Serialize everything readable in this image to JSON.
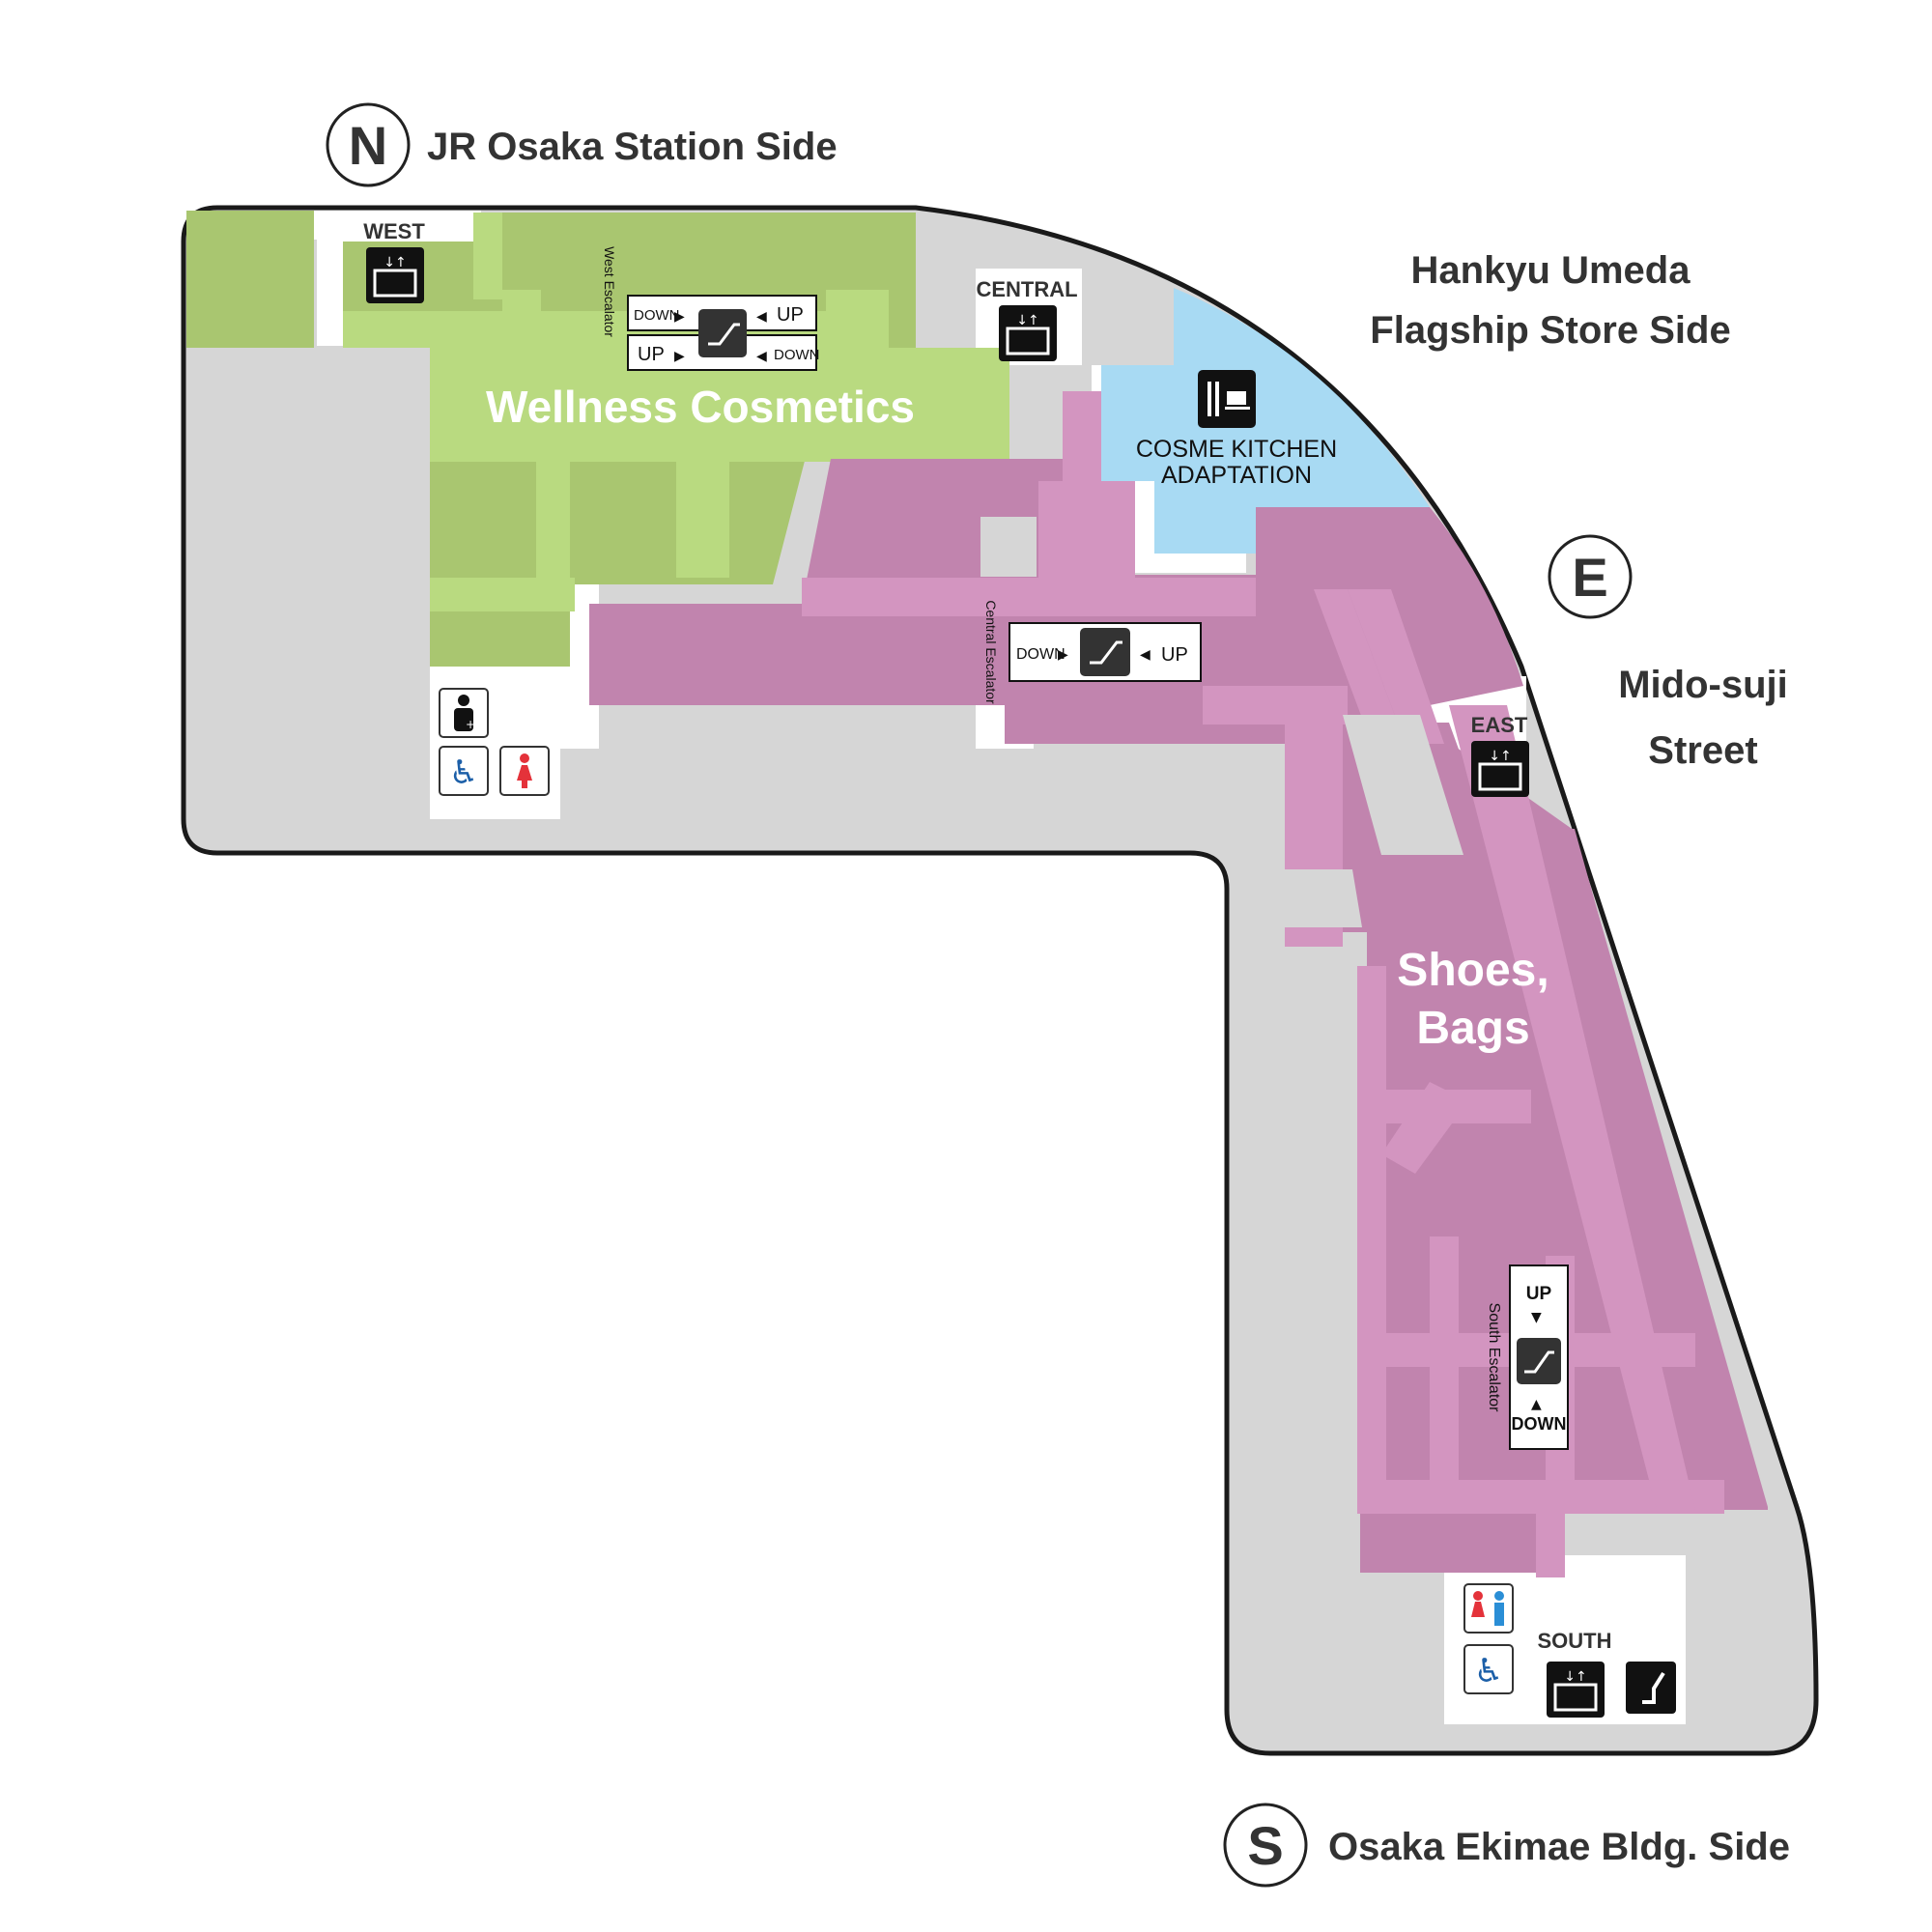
{
  "compass": {
    "north": {
      "letter": "N",
      "label": "JR Osaka Station Side"
    },
    "east": {
      "letter": "E",
      "label_line1": "Mido-suji",
      "label_line2": "Street"
    },
    "south": {
      "letter": "S",
      "label": "Osaka Ekimae Bldg. Side"
    },
    "northeast": {
      "label_line1": "Hankyu Umeda",
      "label_line2": "Flagship Store Side"
    }
  },
  "zones": {
    "wellness": {
      "label": "Wellness Cosmetics",
      "color": "#a9c670"
    },
    "shoes": {
      "label_line1": "Shoes,",
      "label_line2": "Bags",
      "color": "#c184ae"
    },
    "kitchen": {
      "label_line1": "COSME KITCHEN",
      "label_line2": "ADAPTATION",
      "color": "#a8daf3"
    }
  },
  "elevators": {
    "west": "WEST",
    "central": "CENTRAL",
    "east": "EAST",
    "south": "SOUTH"
  },
  "escalators": {
    "west": {
      "name": "West Escalator",
      "top_left": "DOWN",
      "top_right": "UP",
      "bottom_left": "UP",
      "bottom_right": "DOWN"
    },
    "central": {
      "name": "Central Escalator",
      "left": "DOWN",
      "right": "UP"
    },
    "south": {
      "name": "South Escalator",
      "top": "UP",
      "bottom": "DOWN"
    }
  },
  "icons": [
    "elevator-icon",
    "escalator-icon",
    "restaurant-icon",
    "nursing-room-icon",
    "wheelchair-icon",
    "womens-restroom-icon",
    "restroom-icon",
    "seating-icon"
  ],
  "colors": {
    "corridor": "#d9d9d9",
    "wellness_light": "#b9da80",
    "shoes_light": "#d395c0",
    "outline": "#1a1a1a"
  }
}
